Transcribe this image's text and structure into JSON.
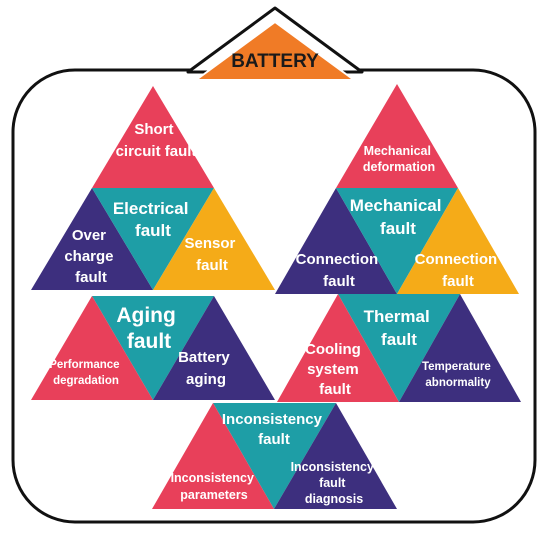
{
  "title": "BATTERY",
  "colors": {
    "red": "#e8405a",
    "teal": "#1e9ea6",
    "purple": "#3d2f7e",
    "orange": "#f5ab18",
    "roof": "#f07b26"
  },
  "groups": [
    {
      "key": "electrical",
      "center": "Electrical fault",
      "top": "Short circuit fault",
      "left": "Over charge fault",
      "right": "Sensor fault"
    },
    {
      "key": "mechanical",
      "center": "Mechanical fault",
      "top": "Mechanical deformation",
      "left": "Connection fault",
      "right": "Connection fault"
    },
    {
      "key": "aging",
      "center": "Aging fault",
      "left": "Performance degradation",
      "right": "Battery aging"
    },
    {
      "key": "thermal",
      "center": "Thermal fault",
      "left": "Cooling system fault",
      "right": "Temperature abnormality"
    },
    {
      "key": "inconsistency",
      "center": "Inconsistency fault",
      "left": "Inconsistency parameters",
      "right": "Inconsistency fault diagnosis"
    }
  ]
}
